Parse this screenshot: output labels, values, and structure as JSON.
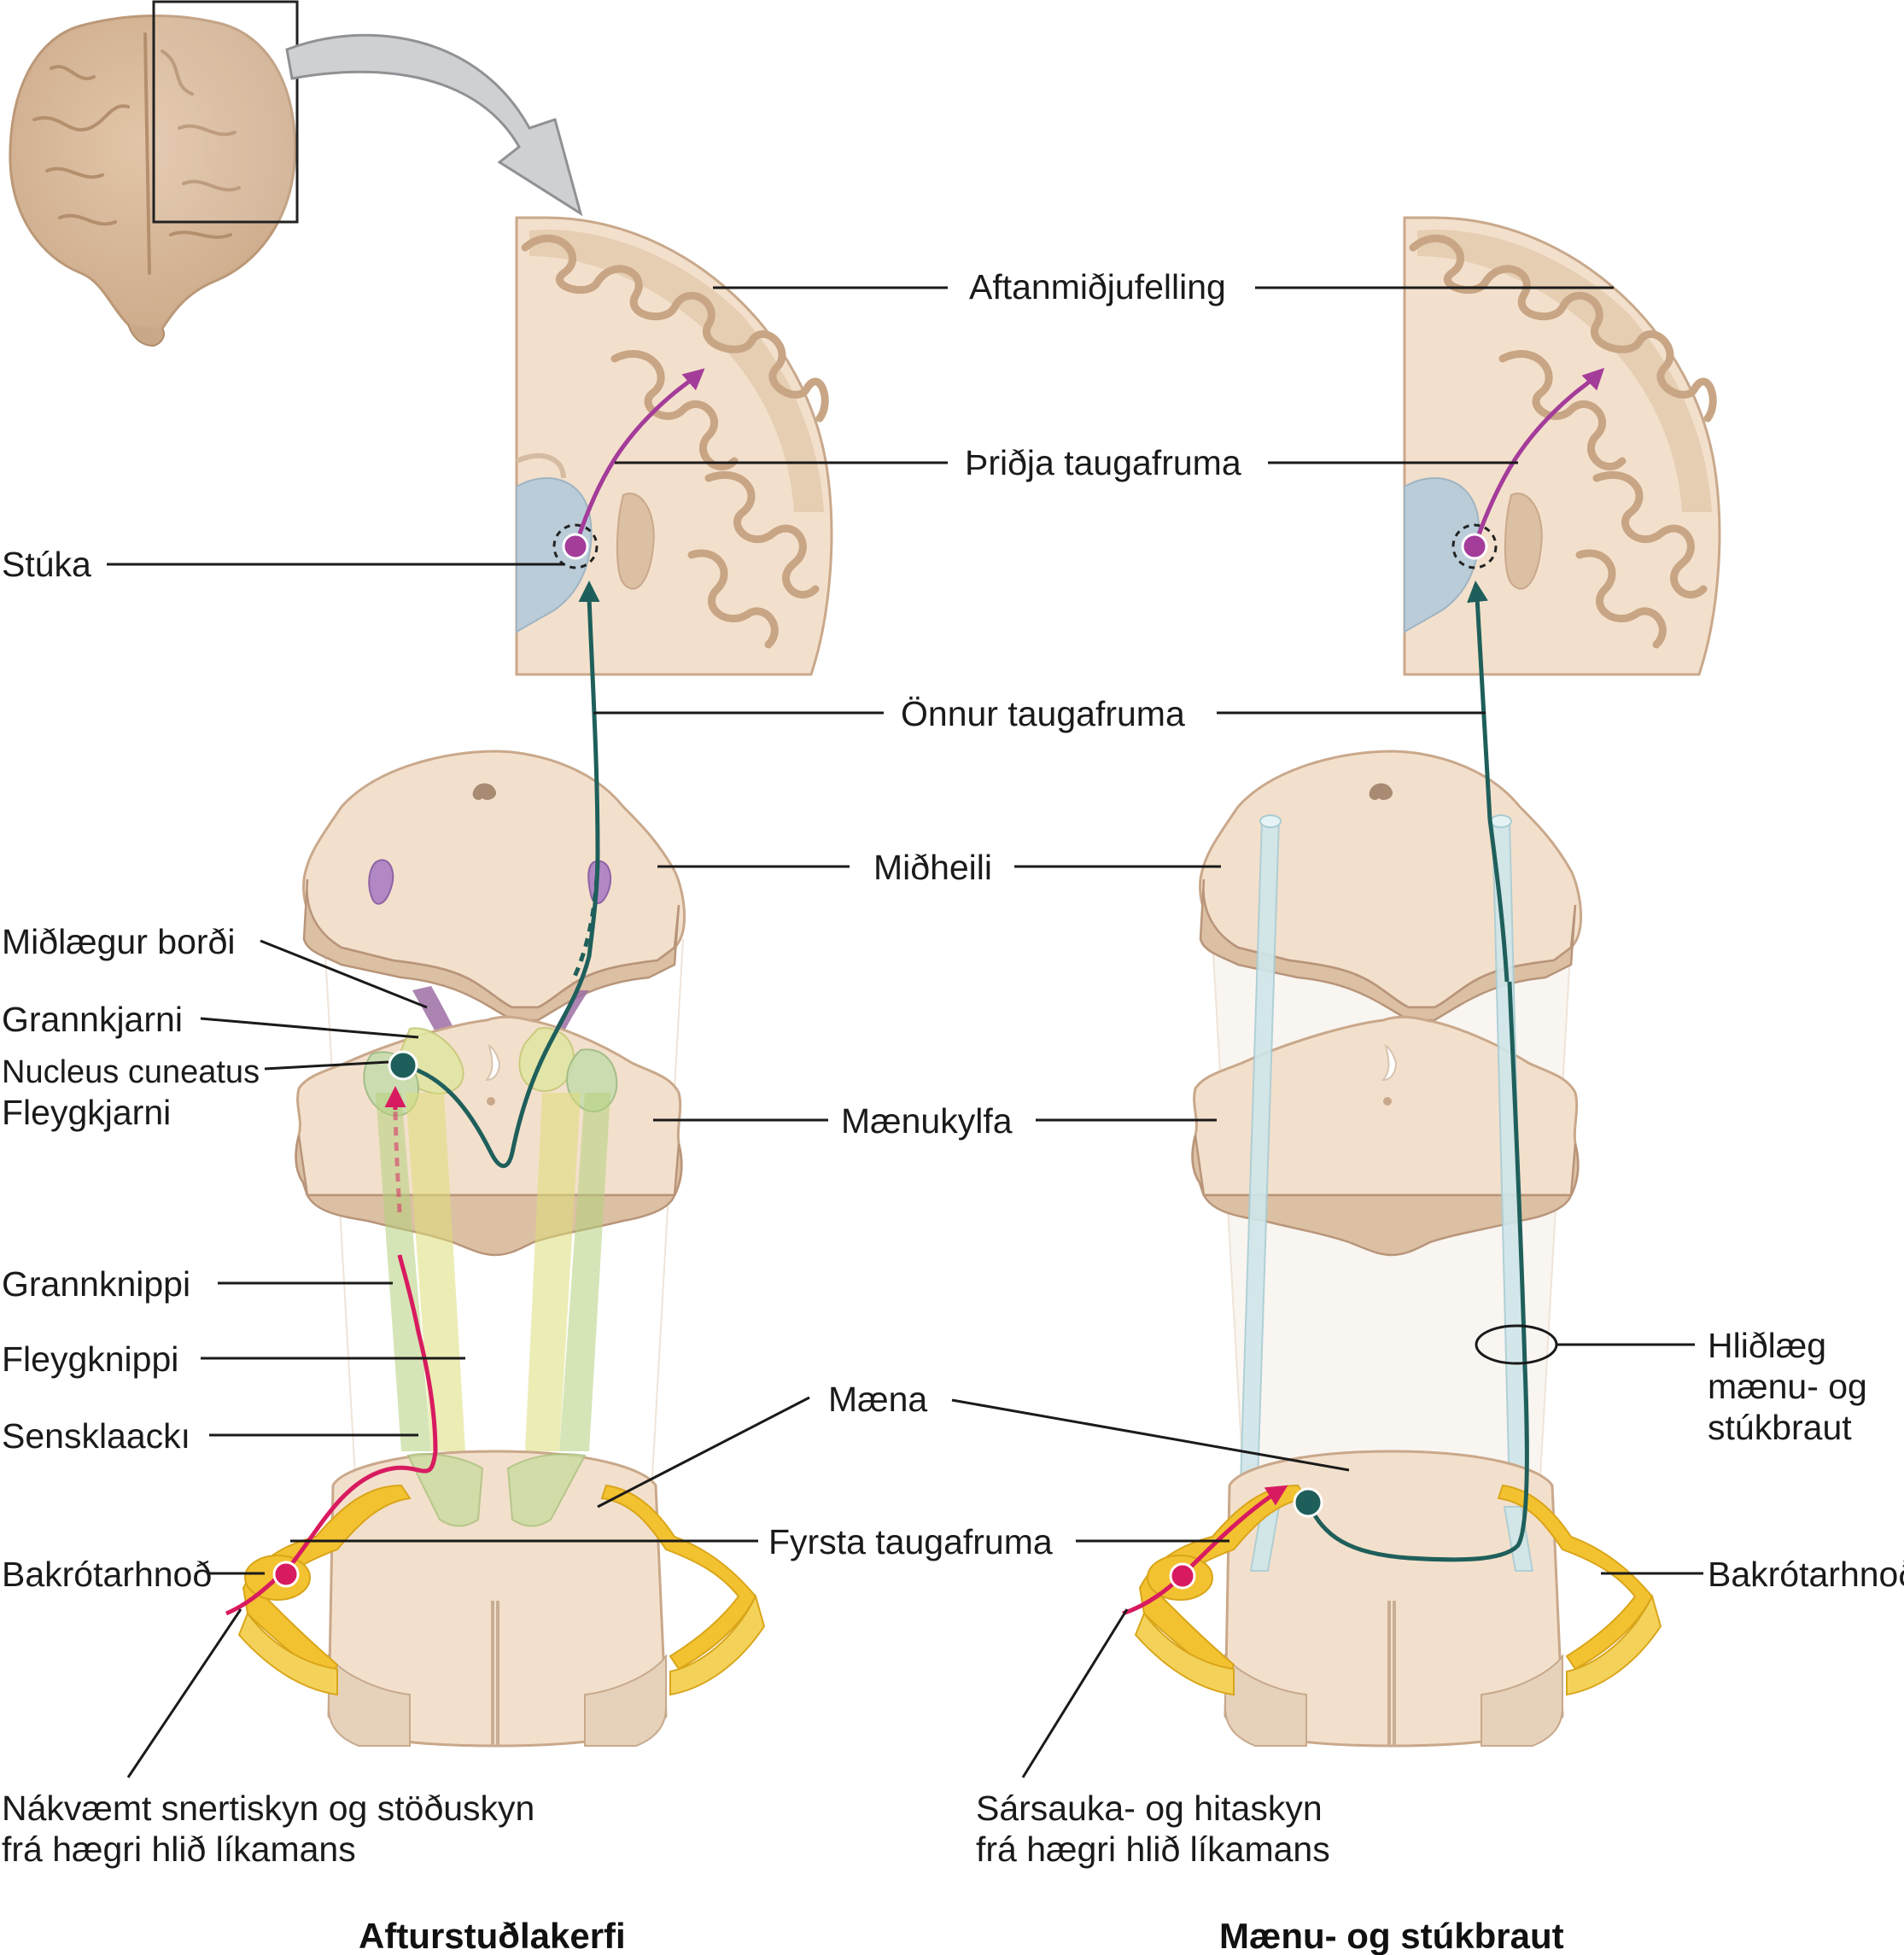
{
  "labels": {
    "aftanmidjufelling": "Aftanmiðjufelling",
    "thridja": "Þriðja taugafruma",
    "stuka": "Stúka",
    "onnur": "Önnur taugafruma",
    "midheili": "Miðheili",
    "midlaegur": "Miðlægur borði",
    "grannkjarni": "Grannkjarni",
    "nucleus": "Nucleus cuneatus",
    "fleygkjarni": "Fleygkjarni",
    "maenukylfa": "Mænukylfa",
    "grannknippi": "Grannknippi",
    "fleygknippi": "Fleygknippi",
    "sensklaacka": "Sensklaackı",
    "maena": "Mæna",
    "fyrsta": "Fyrsta taugafruma",
    "bakrot_left": "Bakrótarhnoð",
    "bakrot_right": "Bakrótarhnoð",
    "hlidlaeg_1": "Hliðlæg",
    "hlidlaeg_2": "mænu- og",
    "hlidlaeg_3": "stúkbraut",
    "left_caption_1": "Nákvæmt snertiskyn og stöðuskyn",
    "left_caption_2": "frá hægri hlið líkamans",
    "right_caption_1": "Sársauka- og hitaskyn",
    "right_caption_2": "frá hægri hlið líkamans"
  },
  "titles": {
    "left": "Afturstuðlakerfi",
    "right": "Mænu- og stúkbraut"
  },
  "colors": {
    "first_neuron": "#d81b60",
    "second_neuron": "#1f5f5b",
    "third_neuron": "#a43c9a",
    "ganglion": "#f2c230",
    "tract_blue": "#cfe6ea"
  }
}
